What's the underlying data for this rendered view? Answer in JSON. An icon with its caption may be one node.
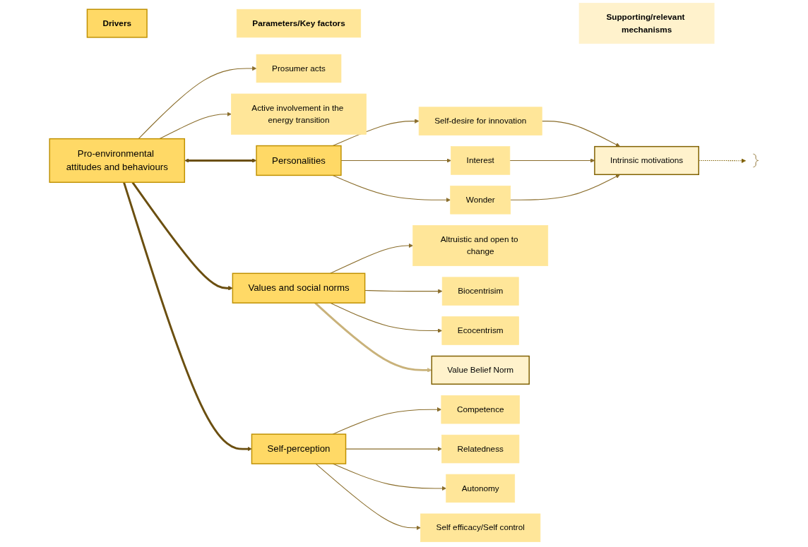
{
  "diagram": {
    "nodes": [
      {
        "text": [
          "Drivers"
        ]
      },
      {
        "text": [
          "Parameters/Key factors"
        ]
      },
      {
        "text": [
          "Supporting/relevant mechanisms"
        ]
      },
      {
        "text": [
          "Pro-environmental attitudes and behaviours"
        ]
      },
      {
        "text": [
          "Prosumer acts"
        ]
      },
      {
        "text": [
          "Active involvement in the energy transition"
        ]
      },
      {
        "text": [
          "Personalities"
        ]
      },
      {
        "text": [
          "Self-desire for innovation"
        ]
      },
      {
        "text": [
          "Interest"
        ]
      },
      {
        "text": [
          "Wonder"
        ]
      },
      {
        "text": [
          "Intrinsic motivations"
        ]
      },
      {
        "text": [
          "Values and social norms"
        ]
      },
      {
        "text": [
          "Altruistic and open to change"
        ]
      },
      {
        "text": [
          "Biocentrisim"
        ]
      },
      {
        "text": [
          "Ecocentrism"
        ]
      },
      {
        "text": [
          "Value Belief Norm"
        ]
      },
      {
        "text": [
          "Self-perception"
        ]
      },
      {
        "text": [
          "Competence"
        ]
      },
      {
        "text": [
          "Relatedness"
        ]
      },
      {
        "text": [
          "Autonomy"
        ]
      },
      {
        "text": [
          "Self efficacy/Self control"
        ]
      },
      {
        "text": [],
        "shape": "bracket"
      }
    ],
    "edges": [
      {
        "from": 3,
        "to": 4,
        "arrow": "to"
      },
      {
        "from": 3,
        "to": 5,
        "arrow": "to"
      },
      {
        "from": 3,
        "to": 6,
        "arrow": "both",
        "style": "thick",
        "color": "#6b4f10"
      },
      {
        "from": 3,
        "to": 11,
        "arrow": "to",
        "style": "thick",
        "color": "#6b4f10"
      },
      {
        "from": 3,
        "to": 16,
        "arrow": "to",
        "style": "thick",
        "color": "#6b4f10"
      },
      {
        "from": 6,
        "to": 7,
        "arrow": "to"
      },
      {
        "from": 6,
        "to": 8,
        "arrow": "to"
      },
      {
        "from": 6,
        "to": 9,
        "arrow": "to"
      },
      {
        "from": 7,
        "to": 10,
        "arrow": "to"
      },
      {
        "from": 8,
        "to": 10,
        "arrow": "to"
      },
      {
        "from": 9,
        "to": 10,
        "arrow": "to"
      },
      {
        "from": 10,
        "to": 21,
        "arrow": "to",
        "style": "dashed",
        "color": "#7f6000"
      },
      {
        "from": 11,
        "to": 12,
        "arrow": "to"
      },
      {
        "from": 11,
        "to": 13,
        "arrow": "to"
      },
      {
        "from": 11,
        "to": 14,
        "arrow": "to"
      },
      {
        "from": 11,
        "to": 15,
        "arrow": "to",
        "style": "thick",
        "color": "#c9b27a"
      },
      {
        "from": 16,
        "to": 17,
        "arrow": "to"
      },
      {
        "from": 16,
        "to": 18,
        "arrow": "to"
      },
      {
        "from": 16,
        "to": 19,
        "arrow": "to"
      },
      {
        "from": 16,
        "to": 20,
        "arrow": "to"
      }
    ]
  }
}
